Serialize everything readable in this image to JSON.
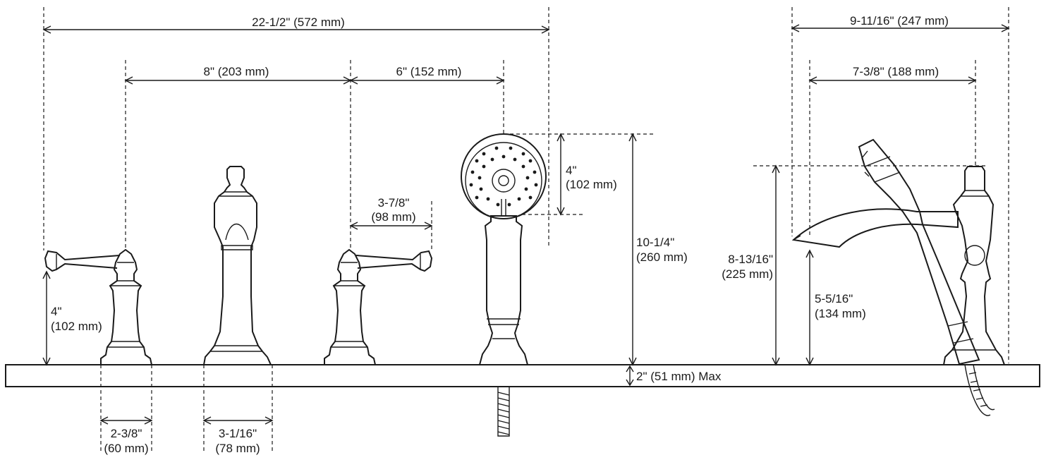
{
  "dimensions": {
    "overall_width": "22-1/2\" (572 mm)",
    "handle_to_spout": "8\" (203 mm)",
    "handle_to_handshower": "6\" (152 mm)",
    "handle_reach_in": "3-7/8\"",
    "handle_reach_mm": "(98 mm)",
    "handle_height_in": "4\"",
    "handle_height_mm": "(102 mm)",
    "spray_head_in": "4\"",
    "spray_head_mm": "(102 mm)",
    "handshower_height_in": "10-1/4\"",
    "handshower_height_mm": "(260 mm)",
    "deck_thickness": "2\" (51 mm) Max",
    "handle_base_in": "2-3/8\"",
    "handle_base_mm": "(60 mm)",
    "spout_base_in": "3-1/16\"",
    "spout_base_mm": "(78 mm)",
    "side_overall_depth": "9-11/16\" (247 mm)",
    "side_spout_reach": "7-3/8\" (188 mm)",
    "side_total_height_in": "8-13/16\"",
    "side_total_height_mm": "(225 mm)",
    "side_spout_height_in": "5-5/16\"",
    "side_spout_height_mm": "(134 mm)"
  }
}
